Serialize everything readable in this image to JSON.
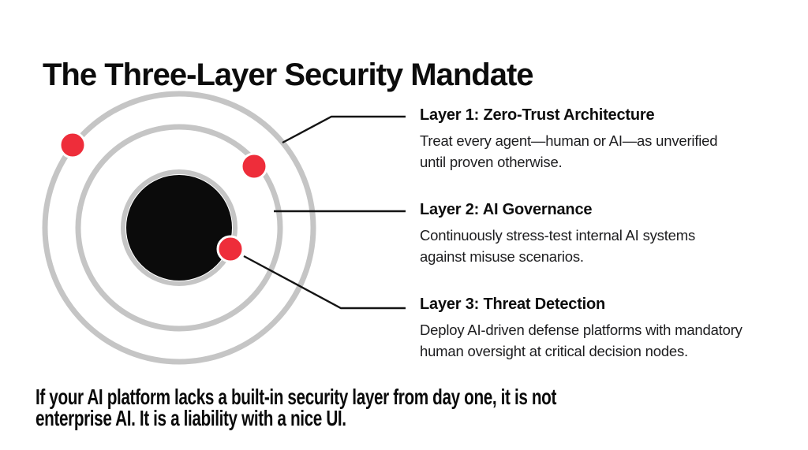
{
  "title": "The Three-Layer Security Mandate",
  "colors": {
    "background": "#ffffff",
    "ring_gray": "#c5c5c5",
    "core_black": "#0b0b0b",
    "dot_red": "#ee2d3a",
    "dot_outline": "#ffffff",
    "connector": "#141414",
    "heading_text": "#0d0d0d",
    "body_text": "#1d1d1f"
  },
  "layers": [
    {
      "heading": "Layer 1: Zero-Trust Architecture",
      "lines": [
        "Treat every agent—human or AI—as unverified",
        "until proven otherwise."
      ]
    },
    {
      "heading": "Layer 2: AI Governance",
      "lines": [
        "Continuously stress-test internal AI systems",
        "against misuse scenarios."
      ]
    },
    {
      "heading": "Layer 3: Threat Detection",
      "lines": [
        "Deploy AI-driven defense platforms with mandatory",
        "human oversight at critical decision nodes."
      ]
    }
  ],
  "footer": {
    "lines": [
      "If your AI platform lacks a built-in security layer from day one, it is not",
      "enterprise AI. It is a liability with a nice UI."
    ]
  }
}
